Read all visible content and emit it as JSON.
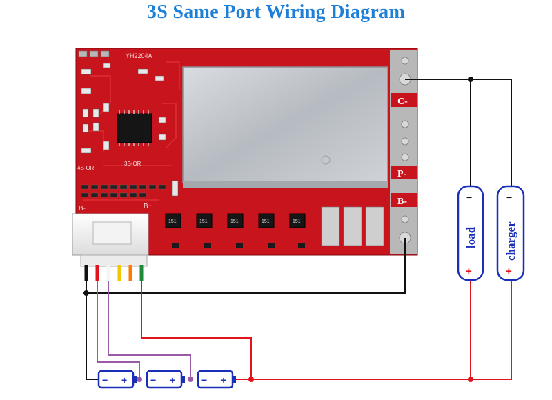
{
  "title": "3S Same Port Wiring Diagram",
  "board": {
    "model": "YH2204A",
    "marks": [
      "4S-OR",
      "3S-OR"
    ],
    "left_labels": {
      "b_minus": "B-",
      "b_plus": "B+"
    },
    "ports": {
      "c_minus": "C-",
      "p_minus": "P-",
      "b_minus": "B-"
    },
    "mosfet_code": "151"
  },
  "load": {
    "label": "load",
    "neg": "−",
    "pos": "+"
  },
  "charger": {
    "label": "charger",
    "neg": "−",
    "pos": "+"
  },
  "cells": [
    {
      "neg": "−",
      "pos": "+"
    },
    {
      "neg": "−",
      "pos": "+"
    },
    {
      "neg": "−",
      "pos": "+"
    }
  ],
  "colors": {
    "pcb": "#c8141c",
    "shield": "#c3c7cc",
    "wire_black": "#111111",
    "wire_red": "#e0141c",
    "wire_purple": "#9a5aa8",
    "device_outline": "#1a2fb8",
    "title": "#1e7fd6"
  }
}
